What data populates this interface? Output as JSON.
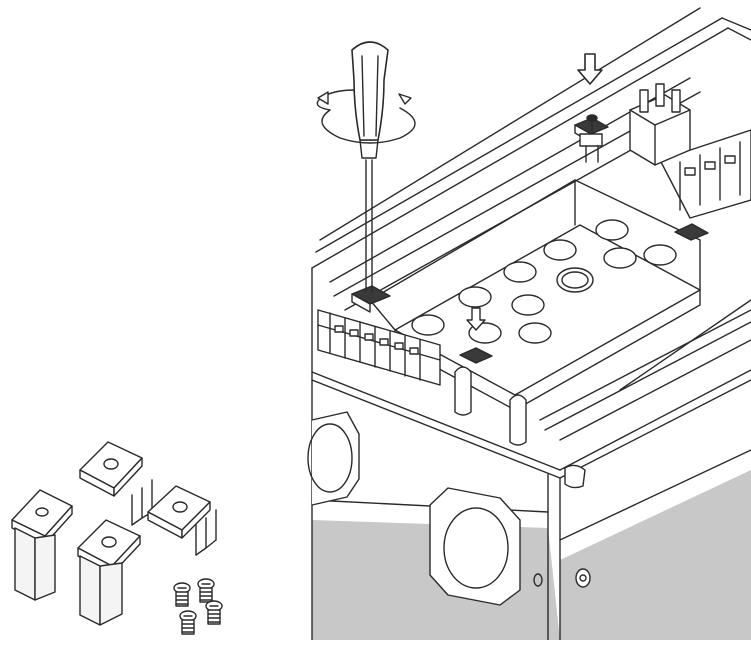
{
  "figure": {
    "kind": "exploded assembly illustration",
    "colors": {
      "background": "#ffffff",
      "line": "#2a2a2a",
      "light_line": "#6a6a6a",
      "fill_light": "#f4f4f4",
      "fill_dark": "#3a3a3a",
      "enclosure_shadow": "#c8c8c8"
    },
    "icons": [
      "screwdriver-icon",
      "rotation-arrow-icon",
      "down-arrow-icon",
      "insert-arrow-icon",
      "cap-icon",
      "screw-icon"
    ],
    "parts": {
      "caps_count": 4,
      "screws_count": 4
    }
  }
}
